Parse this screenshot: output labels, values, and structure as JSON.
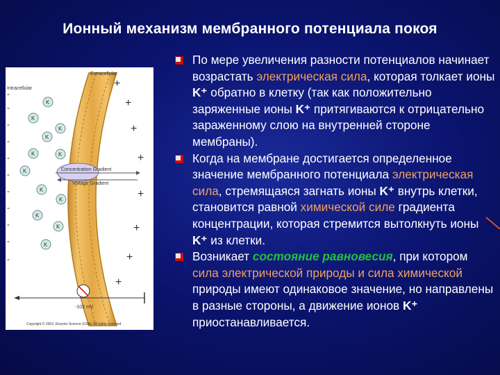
{
  "title": "Ионный механизм мембранного потенциала покоя",
  "figure": {
    "extracellular": "Extracellular",
    "intracellular": "Intracellular",
    "ion": "K",
    "concentration_gradient": "Concentration Gradient",
    "voltage_gradient": "Voltage Gradient",
    "voltage": "-102 mV",
    "copyright": "Copyright © 2002, Elsevier Science (USA). All rights reserved.",
    "plus": "+",
    "minus": "-"
  },
  "paragraphs": {
    "p1": {
      "a": "По мере увеличения разности потенциалов начинает возрастать ",
      "b": "электрическая сила",
      "c": ", которая толкает ионы ",
      "d": "K⁺",
      "e": " обратно в клетку (так как положительно заряженные ионы ",
      "f": "K⁺",
      "g": " притягиваются к отрицательно зараженному слою на внутренней стороне мембраны)."
    },
    "p2": {
      "a": "Когда на мембране достигается определенное значение мембранного потенциала ",
      "b": "электрическая сила",
      "c": ", стремящаяся загнать ионы ",
      "d": "K⁺",
      "e": " внутрь клетки, становится равной ",
      "f": "химической силе",
      "g": " градиента концентрации, которая стремится вытолкнуть ионы ",
      "h": "K⁺",
      "i": " из клетки."
    },
    "p3": {
      "a": "Возникает ",
      "b": "состояние равновесия",
      "c": ", при котором ",
      "d": "сила электрической природы и сила химической",
      "e": " природы имеют одинаковое значение, но направлены в разные стороны, а движение ионов ",
      "f": "K⁺",
      "g": " приостанавливается."
    }
  },
  "colors": {
    "background": "#0b1470",
    "highlight_orange": "#f0a060",
    "highlight_green": "#20c040",
    "bullet_red": "#d01010"
  }
}
